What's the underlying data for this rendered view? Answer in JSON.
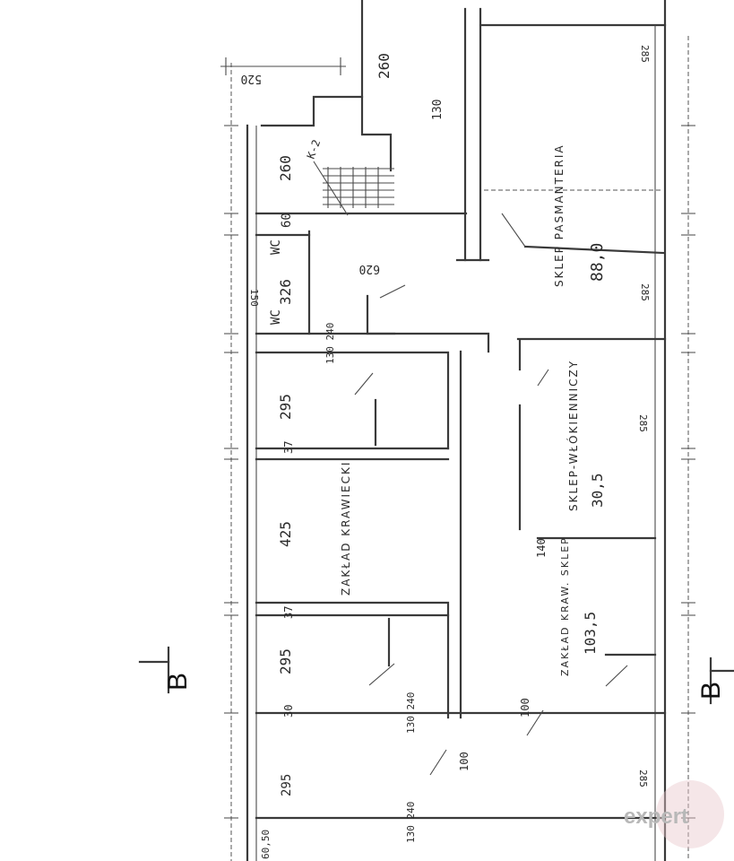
{
  "rooms": {
    "pasmanteria": {
      "name": "SKLEP PASMANTERIA",
      "area": "88,0"
    },
    "wc_upper": {
      "name": "WC"
    },
    "wc_lower": {
      "name": "WC"
    },
    "zaklad_krawiecki": {
      "name": "ZAKŁAD KRAWIECKI"
    },
    "sklep_wlokienniczy": {
      "name": "SKLEP-WŁÓKIENNICZY",
      "area": "30,5"
    },
    "zaklad_sklep": {
      "name": "ZAKŁAD KRAW. SKLEP",
      "area": "103,5"
    },
    "staircase": {
      "name": "K-2"
    }
  },
  "dimensions": {
    "top_520": "520",
    "d260a": "260",
    "d260b": "260",
    "d60a": "60",
    "d130": "130",
    "d326": "326",
    "d620": "620",
    "d295a": "295",
    "d425": "425",
    "d295b": "295",
    "d295c": "295",
    "d30": "30",
    "d37a": "37",
    "d37b": "37",
    "d130_240a": "130 240",
    "d130_240b": "130 240",
    "d130_240c": "130 240",
    "d100a": "100",
    "d100b": "100",
    "d140": "140",
    "d285a": "285",
    "d285b": "285",
    "d285c": "285",
    "d285d": "285",
    "d150": "150",
    "d60_50": "60,50"
  },
  "section_marks": {
    "left": "B",
    "right": "B"
  },
  "watermark": "expert"
}
